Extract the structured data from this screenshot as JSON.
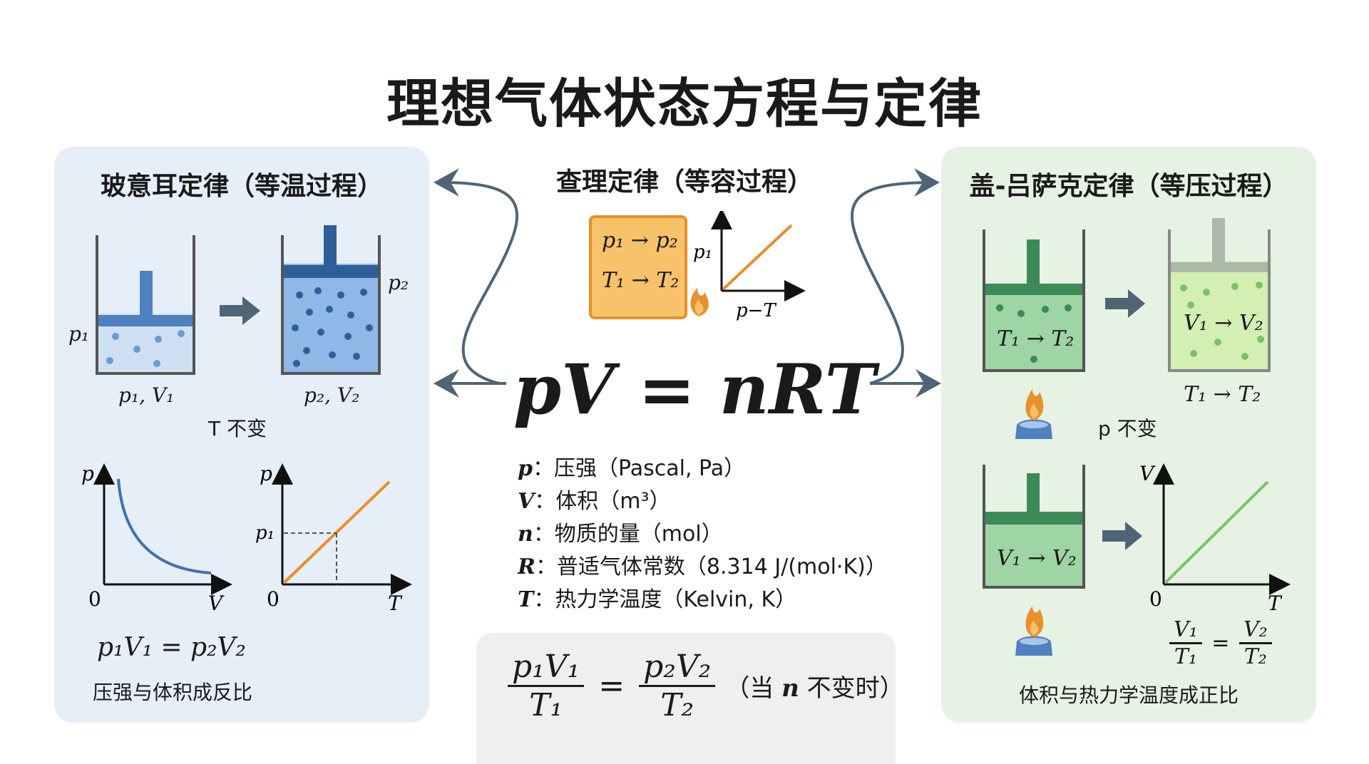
{
  "title": "理想气体状态方程与定律",
  "boyle": {
    "title": "玻意耳定律（等温过程）",
    "p1": "p₁",
    "p2": "p₂",
    "state1": "p₁, V₁",
    "state2": "p₂, V₂",
    "condition": "T 不变",
    "graph1": {
      "ylabel": "p",
      "xlabel": "V",
      "origin": "0"
    },
    "graph2": {
      "ylabel": "p",
      "xlabel": "T",
      "origin": "0",
      "mark": "p₁"
    },
    "equation": "p₁V₁ = p₂V₂",
    "caption": "压强与体积成反比"
  },
  "charles": {
    "title": "查理定律（等容过程）",
    "line1": "p₁ → p₂",
    "line2": "T₁ → T₂",
    "graph_ylabel": "p₁",
    "graph_xlabel": "p−T"
  },
  "main_equation": "pV = nRT",
  "variables": [
    {
      "symbol": "p",
      "desc": "：压强（Pascal, Pa）"
    },
    {
      "symbol": "V",
      "desc": "：体积（m³）"
    },
    {
      "symbol": "n",
      "desc": "：物质的量（mol）"
    },
    {
      "symbol": "R",
      "desc": "：普适气体常数（8.314 J/(mol·K)）"
    },
    {
      "symbol": "T",
      "desc": "：热力学温度（Kelvin, K）"
    }
  ],
  "combined": {
    "left_num": "p₁V₁",
    "left_den": "T₁",
    "eq": "=",
    "right_num": "p₂V₂",
    "right_den": "T₂",
    "note_prefix": "（当 ",
    "note_var": "n",
    "note_suffix": " 不变时）"
  },
  "gaylussac": {
    "title": "盖-吕萨克定律（等压过程）",
    "box1": "T₁ → T₂",
    "box2": "V₁ → V₂",
    "under2": "T₁ → T₂",
    "condition": "p 不变",
    "box3": "V₁ → V₂",
    "graph": {
      "ylabel": "V",
      "xlabel": "T",
      "origin": "0"
    },
    "eq_left_num": "V₁",
    "eq_left_den": "T₁",
    "eq_sign": "=",
    "eq_right_num": "V₂",
    "eq_right_den": "T₂",
    "caption": "体积与热力学温度成正比"
  },
  "colors": {
    "blue_panel": "#e6eef8",
    "green_panel": "#e6f2e4",
    "orange_box": "#f8c26a",
    "boyle_line": "#3f72b0",
    "orange_line": "#e8902a",
    "green_line": "#7cc26a"
  }
}
